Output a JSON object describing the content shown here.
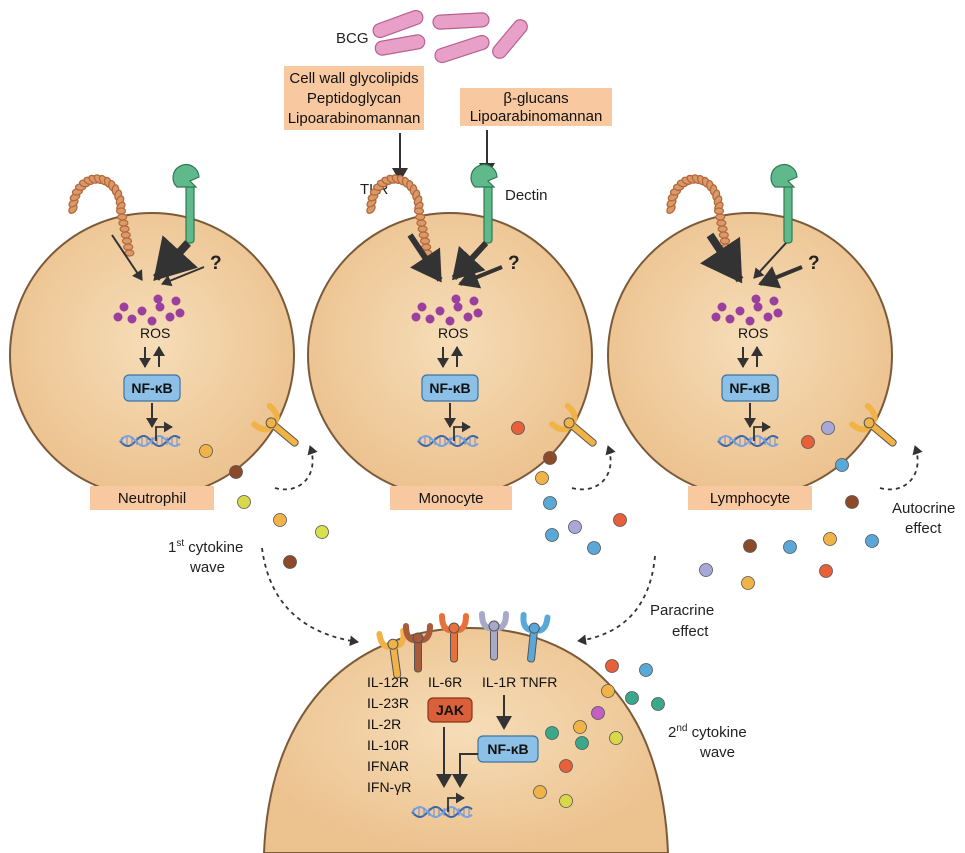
{
  "bcg_label": "BCG",
  "ligand_box_1": [
    "Cell wall glycolipids",
    "Peptidoglycan",
    "Lipoarabinomannan"
  ],
  "ligand_box_2": [
    "β-glucans",
    "Lipoarabinomannan"
  ],
  "tlr_label": "TLR",
  "dectin_label": "Dectin",
  "unknown_label": "?",
  "ros_label": "ROS",
  "nfkb_label": "NF-κB",
  "cells": [
    "Neutrophil",
    "Monocyte",
    "Lymphocyte"
  ],
  "first_wave": {
    "main": "1",
    "sup": "st",
    "rest": " cytokine",
    "line2": "wave"
  },
  "second_wave": {
    "main": "2",
    "sup": "nd",
    "rest": " cytokine",
    "line2": "wave"
  },
  "paracrine": [
    "Paracrine",
    "effect"
  ],
  "autocrine": [
    "Autocrine",
    "effect"
  ],
  "jak_label": "JAK",
  "receptor_list": [
    "IL-12R",
    "IL-23R",
    "IL-2R",
    "IL-10R",
    "IFNAR",
    "IFN-γR"
  ],
  "receptor_labels": [
    "IL-6R",
    "IL-1R",
    "TNFR"
  ],
  "colors": {
    "cell_fill": "#f2cfa0",
    "cell_stroke": "#7b5a3a",
    "label_box": "#f8c9a0",
    "bacteria": "#e8a0c8",
    "nfkb_box": "#8cc0e6",
    "jak_box": "#d9603a",
    "ros_dot": "#9b3f9e",
    "dectin": "#5fb98a",
    "tlr": "#b5673c"
  }
}
